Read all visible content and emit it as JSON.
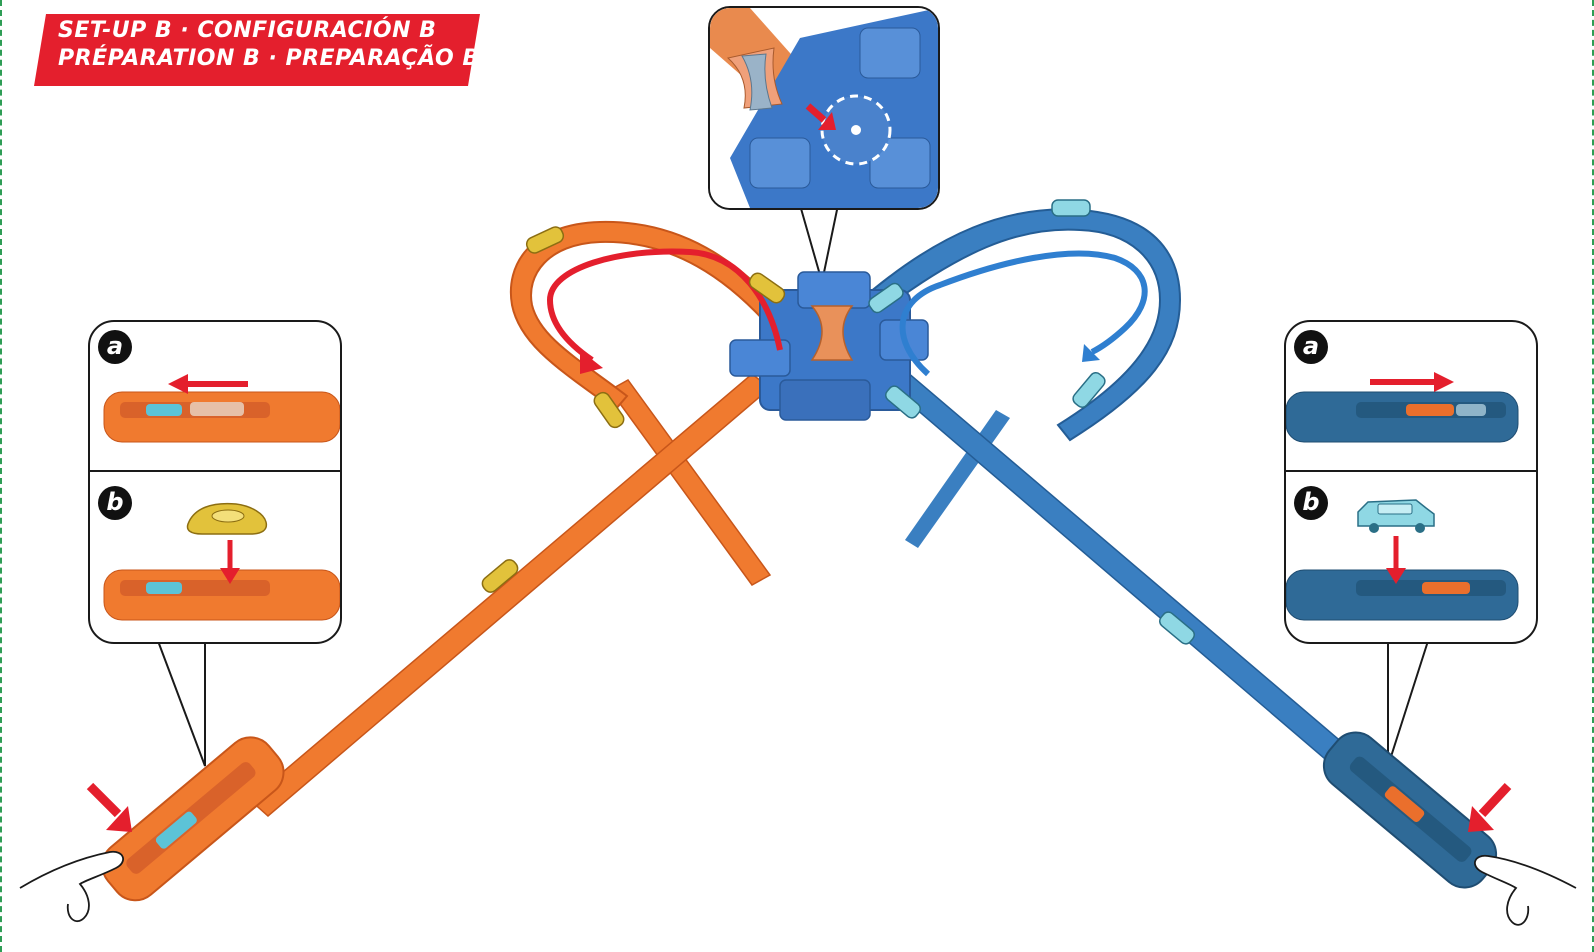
{
  "header": {
    "line1": "SET-UP B · CONFIGURACIÓN B",
    "line2": "PRÉPARATION B · PREPARAÇÃO B",
    "banner_color": "#e41f2d"
  },
  "colors": {
    "orange_track": "#f07a2f",
    "orange_dark": "#c8561a",
    "blue_track": "#3a7fc1",
    "blue_dark": "#245d96",
    "arrow_red": "#e41f2d",
    "arrow_blue": "#2f7fd0",
    "car_yellow": "#e2c23b",
    "car_cyan": "#6fd3e0"
  },
  "left_panel": {
    "step_a": "a",
    "step_b": "b",
    "arrow_direction": "left",
    "car_icon": "yellow-car-icon"
  },
  "right_panel": {
    "step_a": "a",
    "step_b": "b",
    "arrow_direction": "right",
    "car_icon": "cyan-car-icon"
  },
  "center_inset": {
    "icon": "connector-hub-icon"
  }
}
